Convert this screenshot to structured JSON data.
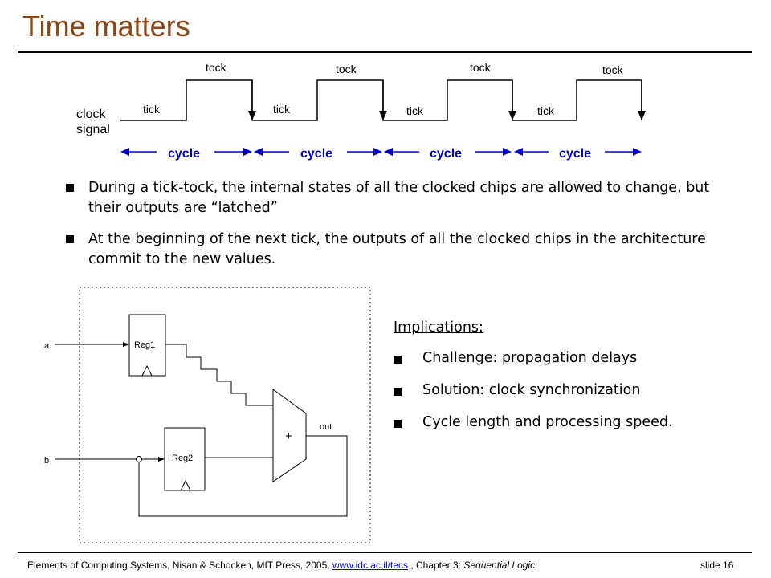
{
  "slide": {
    "title": "Time matters"
  },
  "timing": {
    "signal_label_line1": "clock",
    "signal_label_line2": "signal",
    "tick_label": "tick",
    "tock_label": "tock",
    "cycle_label": "cycle"
  },
  "bullets": [
    {
      "text": "During a tick-tock, the internal states of all the clocked chips are allowed to change, but their outputs are “latched”"
    },
    {
      "text": "At the beginning of the next tick, the outputs of all the clocked chips in the architecture commit to the new values."
    }
  ],
  "circuit": {
    "input_a": "a",
    "input_b": "b",
    "reg1": "Reg1",
    "reg2": "Reg2",
    "adder": "+",
    "output": "out"
  },
  "implications": {
    "heading": "Implications:",
    "items": [
      "Challenge: propagation delays",
      "Solution: clock synchronization",
      "Cycle length and processing speed."
    ]
  },
  "footer": {
    "text_before": "Elements of Computing Systems, Nisan & Schocken, MIT Press, 2005, ",
    "link": "www.idc.ac.il/tecs",
    "text_middle": " , Chapter 3: ",
    "course": "Sequential Logic",
    "slide_number": "slide 16"
  },
  "colors": {
    "title": "#8b4513",
    "cycle_arrows": "#0000cc",
    "link": "#0000ee"
  }
}
